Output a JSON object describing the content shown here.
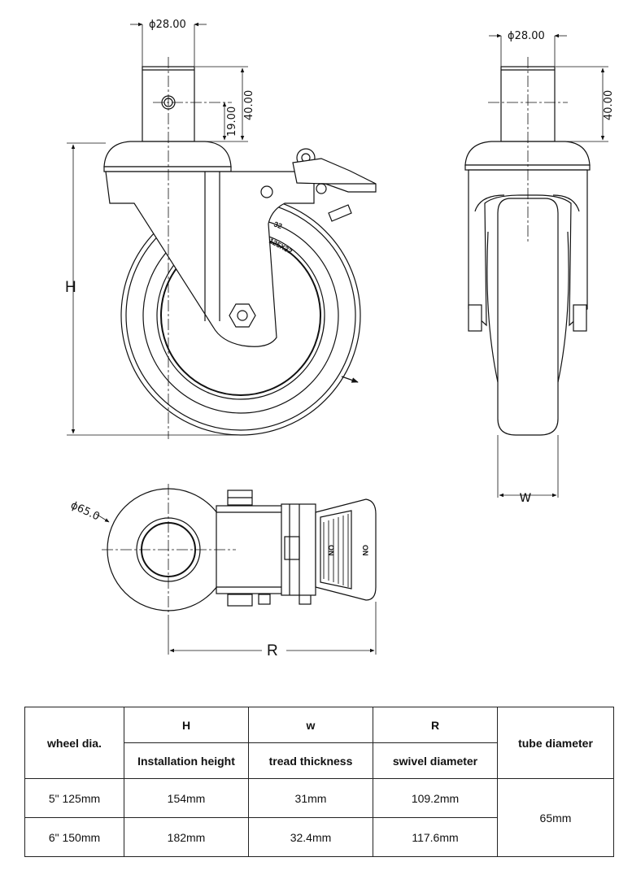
{
  "drawing": {
    "side_view": {
      "stem_diameter": "ϕ28.00",
      "hole_height": "19.00",
      "stem_height": "40.00",
      "height_label": "H",
      "wheel_marking_1": "32",
      "wheel_marking_2": "125X32"
    },
    "front_view": {
      "stem_diameter": "ϕ28.00",
      "stem_height": "40.00",
      "width_label": "w"
    },
    "top_view": {
      "diameter": "ϕ65.0",
      "radius_label": "R",
      "brake_text_1": "ON",
      "brake_text_2": "ON"
    }
  },
  "table": {
    "col_wheel": "wheel dia.",
    "col_h": "H",
    "col_w": "w",
    "col_r": "R",
    "col_tube": "tube diameter",
    "sub_h": "Installation height",
    "sub_w": "tread thickness",
    "sub_r": "swivel diameter",
    "rows": [
      {
        "wheel": "5\" 125mm",
        "h": "154mm",
        "w": "31mm",
        "r": "109.2mm"
      },
      {
        "wheel": "6\" 150mm",
        "h": "182mm",
        "w": "32.4mm",
        "r": "117.6mm"
      }
    ],
    "tube_value": "65mm"
  }
}
